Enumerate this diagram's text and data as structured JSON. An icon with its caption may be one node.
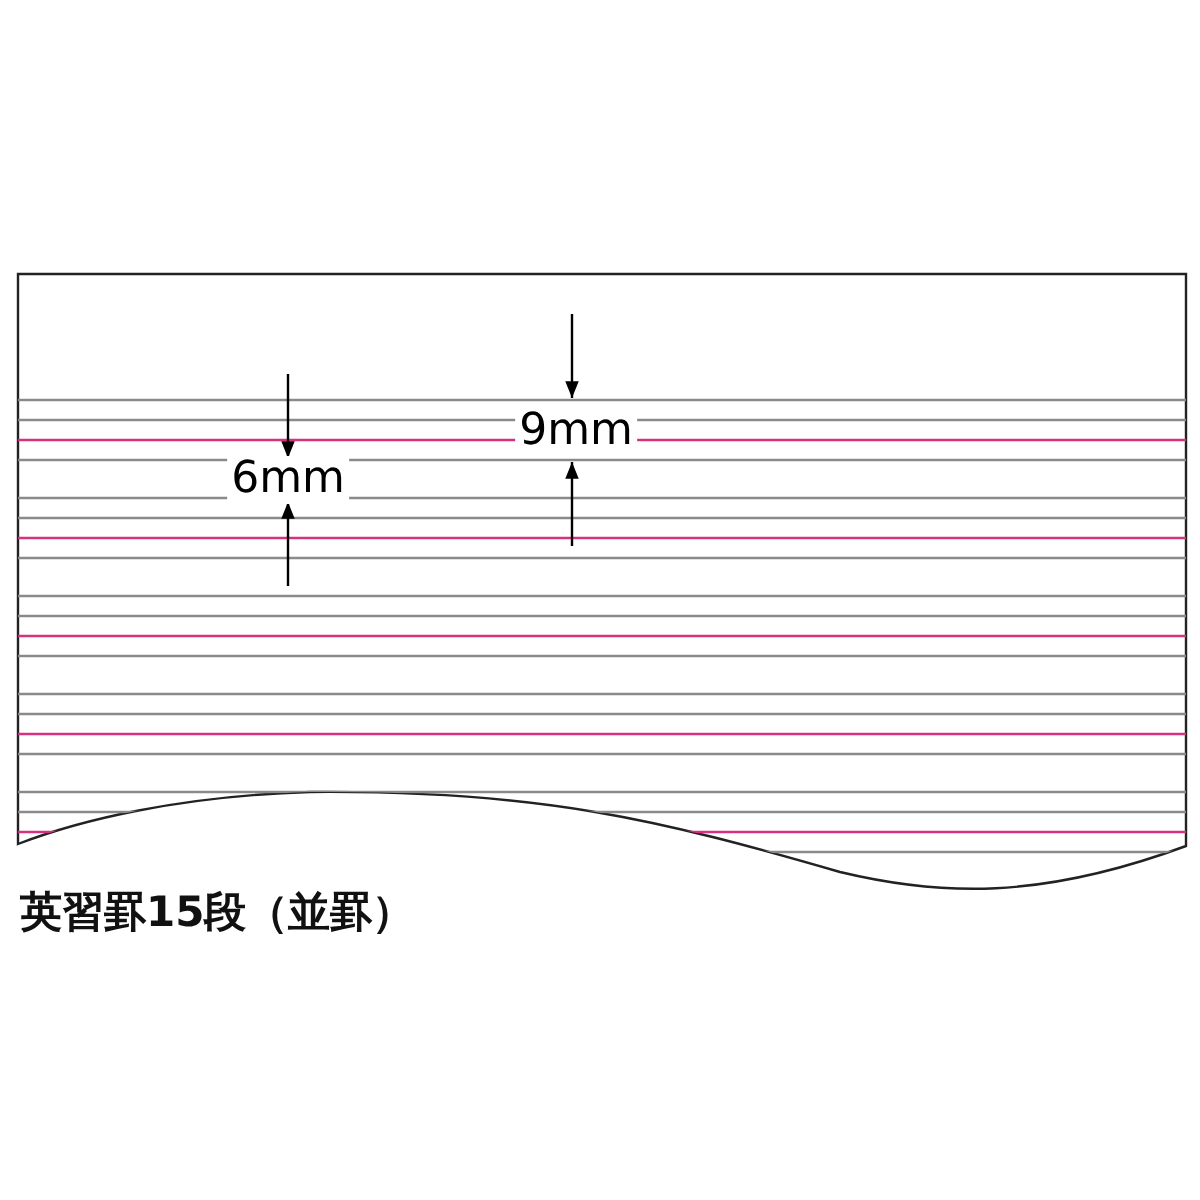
{
  "diagram": {
    "caption": "英習罫15段（並罫）",
    "labels": [
      "9mm",
      "6mm"
    ]
  }
}
